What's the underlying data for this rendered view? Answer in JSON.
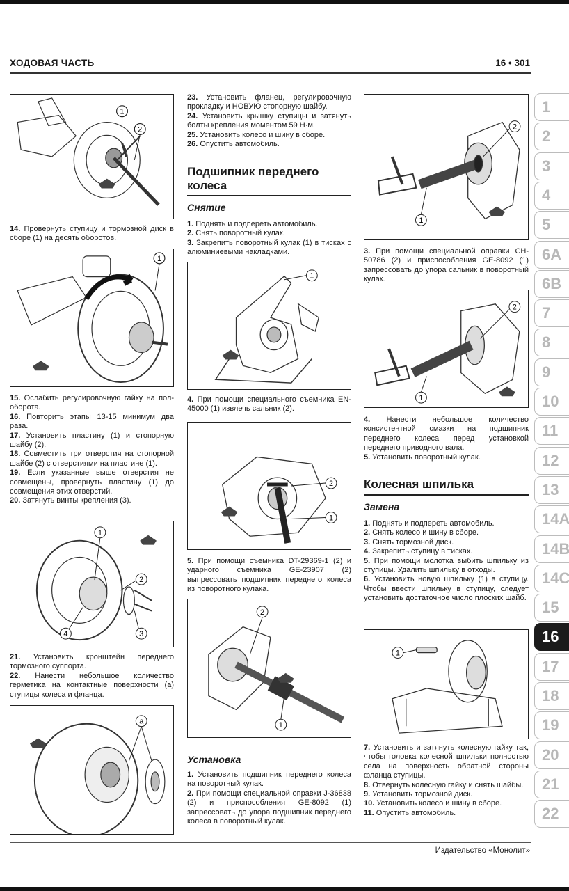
{
  "header": {
    "section": "ХОДОВАЯ ЧАСТЬ",
    "page": "16 • 301"
  },
  "footer": {
    "publisher": "Издательство «Монолит»"
  },
  "col1": {
    "step14": {
      "n": "14.",
      "t": "Провернуть ступицу и тормозной диск в сборе (1) на десять оборотов."
    },
    "step15": {
      "n": "15.",
      "t": "Ослабить регулировочную гайку на пол-оборота."
    },
    "step16": {
      "n": "16.",
      "t": "Повторить этапы 13-15 минимум два раза."
    },
    "step17": {
      "n": "17.",
      "t": "Установить пластину (1) и стопорную шайбу (2)."
    },
    "step18": {
      "n": "18.",
      "t": "Совместить три отверстия на стопорной шайбе (2) с отверстиями на пластине (1)."
    },
    "step19": {
      "n": "19.",
      "t": "Если указанные выше отверстия не совмещены, провернуть пластину (1) до совмещения этих отверстий."
    },
    "step20": {
      "n": "20.",
      "t": "Затянуть винты крепления (3)."
    },
    "step21": {
      "n": "21.",
      "t": "Установить кронштейн переднего тормозного суппорта."
    },
    "step22": {
      "n": "22.",
      "t": "Нанести небольшое количество герметика на контактные поверхности (a) ступицы колеса и фланца."
    }
  },
  "col2": {
    "step23": {
      "n": "23.",
      "t": "Установить фланец, регулировочную прокладку и НОВУЮ стопорную шайбу."
    },
    "step24": {
      "n": "24.",
      "t": "Установить крышку ступицы и затянуть болты крепления моментом 59 Н·м."
    },
    "step25": {
      "n": "25.",
      "t": "Установить колесо и шину в сборе."
    },
    "step26": {
      "n": "26.",
      "t": "Опустить автомобиль."
    },
    "section_title": "Подшипник переднего колеса",
    "removal_title": "Снятие",
    "r1": {
      "n": "1.",
      "t": "Поднять и подпереть автомобиль."
    },
    "r2": {
      "n": "2.",
      "t": "Снять поворотный кулак."
    },
    "r3": {
      "n": "3.",
      "t": "Закрепить поворотный кулак (1) в тисках с алюминиевыми накладками."
    },
    "r4": {
      "n": "4.",
      "t": "При помощи специального съемника EN-45000 (1) извлечь сальник (2)."
    },
    "r5": {
      "n": "5.",
      "t": "При помощи съемника DT-29369-1 (2) и ударного съемника GE-23907 (2) выпрессовать подшипник переднего колеса из поворотного кулака."
    },
    "install_title": "Установка",
    "i1": {
      "n": "1.",
      "t": "Установить подшипник переднего колеса на поворотный кулак."
    },
    "i2": {
      "n": "2.",
      "t": "При помощи специальной оправки J-36838 (2) и приспособления GE-8092 (1) запрессовать до упора подшипник переднего колеса в поворотный кулак."
    }
  },
  "col3": {
    "i3": {
      "n": "3.",
      "t": "При помощи специальной оправки CH-50786 (2) и приспособления GE-8092 (1) запрессовать до упора сальник в поворотный кулак."
    },
    "i4": {
      "n": "4.",
      "t": "Нанести небольшое количество консистентной смазки на подшипник переднего колеса перед установкой переднего приводного вала."
    },
    "i5": {
      "n": "5.",
      "t": "Установить поворотный кулак."
    },
    "section_title": "Колесная шпилька",
    "replace_title": "Замена",
    "s1": {
      "n": "1.",
      "t": "Поднять и подпереть автомобиль."
    },
    "s2": {
      "n": "2.",
      "t": "Снять колесо и шину в сборе."
    },
    "s3": {
      "n": "3.",
      "t": "Снять тормозной диск."
    },
    "s4": {
      "n": "4.",
      "t": "Закрепить ступицу в тисках."
    },
    "s5": {
      "n": "5.",
      "t": "При помощи молотка выбить шпильку из ступицы. Удалить шпильку в отходы."
    },
    "s6": {
      "n": "6.",
      "t": "Установить новую шпильку (1) в ступицу. Чтобы ввести шпильку в ступицу, следует установить достаточное число плоских шайб."
    },
    "s7": {
      "n": "7.",
      "t": "Установить и затянуть колесную гайку так, чтобы головка колесной шпильки полностью села на поверхность обратной стороны фланца ступицы."
    },
    "s8": {
      "n": "8.",
      "t": "Отвернуть колесную гайку и снять шайбы."
    },
    "s9": {
      "n": "9.",
      "t": "Установить тормозной диск."
    },
    "s10": {
      "n": "10.",
      "t": "Установить колесо и шину в сборе."
    },
    "s11": {
      "n": "11.",
      "t": "Опустить автомобиль."
    }
  },
  "figures": {
    "f1": {
      "c1": "1",
      "c2": "2"
    },
    "f2": {
      "c1": "1"
    },
    "f3": {
      "c1": "1",
      "c2": "2",
      "c3": "3",
      "c4": "4"
    },
    "f4": {
      "c1": "a"
    },
    "f5": {
      "c1": "1"
    },
    "f6": {
      "c1": "2",
      "c2": "1"
    },
    "f7": {
      "c1": "2",
      "c2": "1"
    },
    "f8": {
      "c1": "2",
      "c2": "1"
    },
    "f9": {
      "c1": "2",
      "c2": "1"
    },
    "f10": {
      "c1": "1"
    }
  },
  "tabs": [
    "1",
    "2",
    "3",
    "4",
    "5",
    "6A",
    "6B",
    "7",
    "8",
    "9",
    "10",
    "11",
    "12",
    "13",
    "14A",
    "14B",
    "14C",
    "15",
    "16",
    "17",
    "18",
    "19",
    "20",
    "21",
    "22"
  ],
  "active_tab": "16"
}
